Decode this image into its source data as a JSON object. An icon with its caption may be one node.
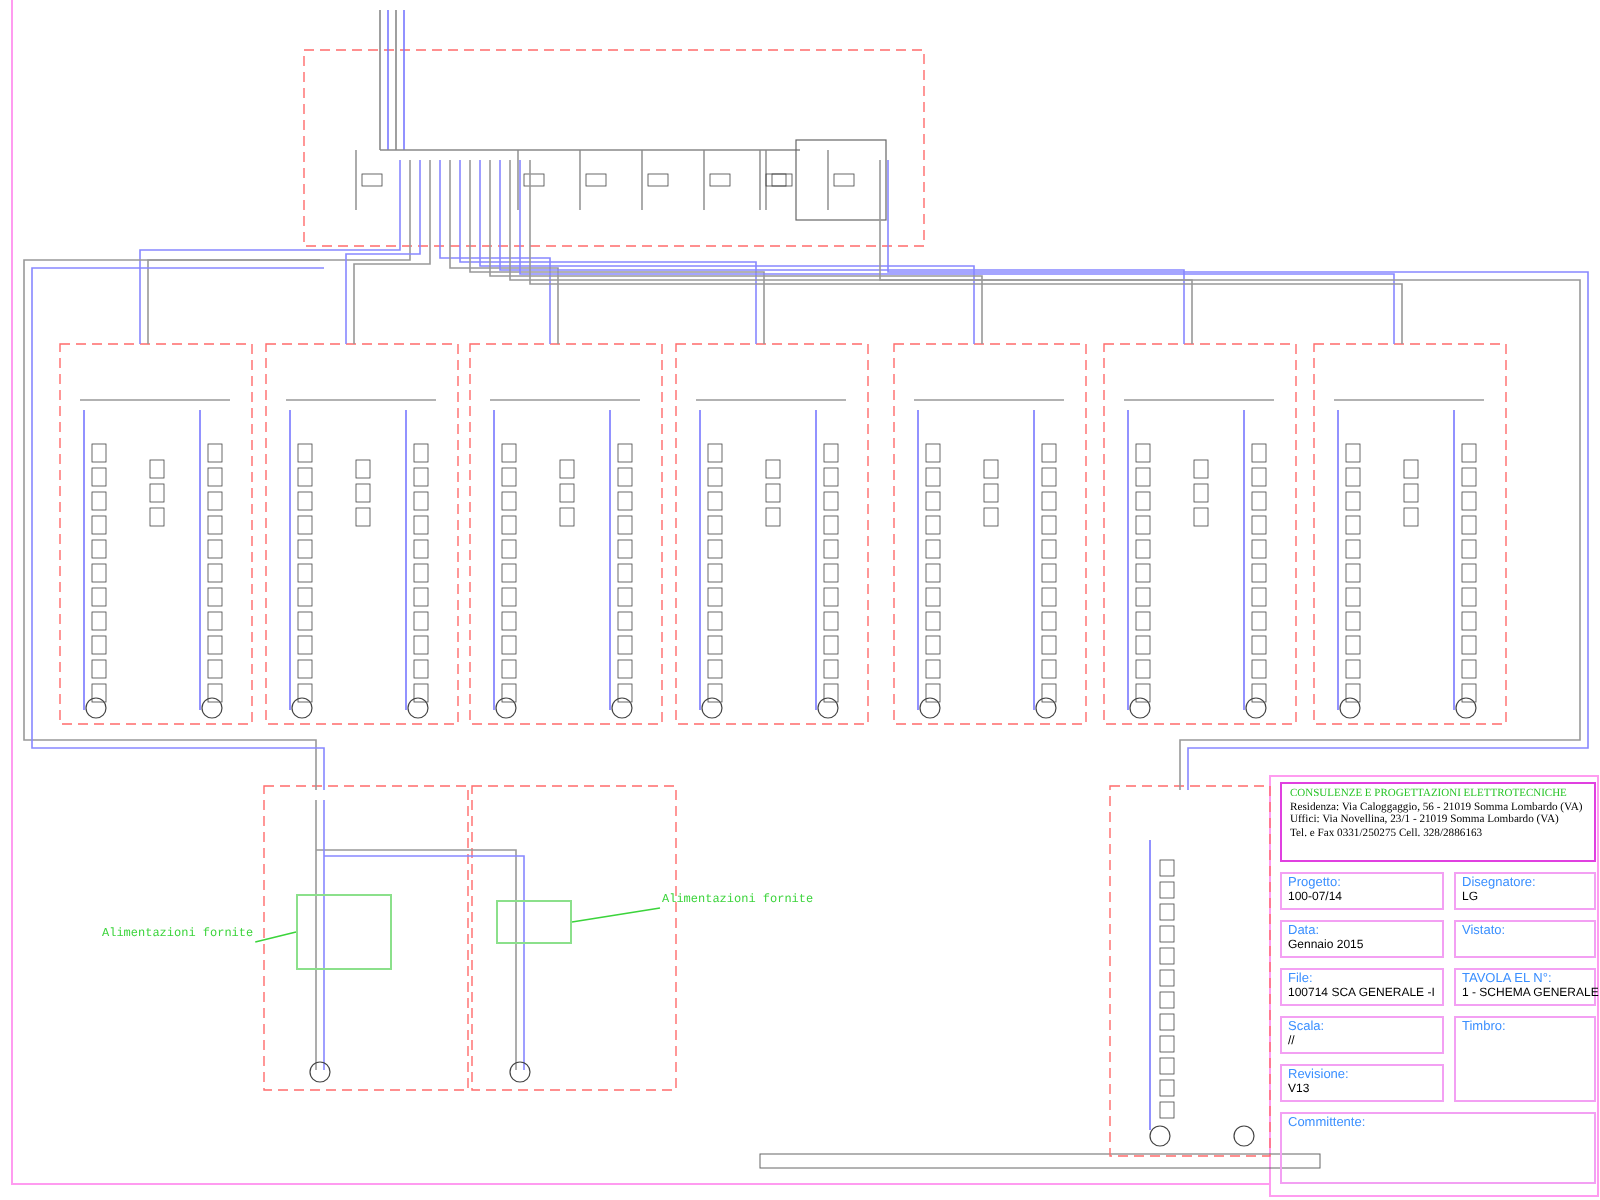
{
  "diagram": {
    "nodes": [
      {
        "text": [
          "CONSULENZE E PROGETTAZIONI ELETTROTECNICHE",
          "Residenza: Via Caloggaggio, 56 - 21019 Somma Lombardo (VA)",
          "Uffici: Via Novellina, 23/1 - 21019 Somma Lombardo (VA)",
          "Tel. e Fax 0331/250275 Cell. 328/2886163"
        ]
      },
      {
        "text": [
          "Progetto:",
          "100-07/14"
        ]
      },
      {
        "text": [
          "Disegnatore:",
          "LG"
        ]
      },
      {
        "text": [
          "Data:",
          "Gennaio 2015"
        ]
      },
      {
        "text": [
          "Vistato:"
        ]
      },
      {
        "text": [
          "File:",
          "100714 SCA GENERALE -I"
        ]
      },
      {
        "text": [
          "TAVOLA EL N°:",
          "1 - SCHEMA GENERALE"
        ]
      },
      {
        "text": [
          "Scala:",
          "//"
        ]
      },
      {
        "text": [
          "Timbro:"
        ]
      },
      {
        "text": [
          "Revisione:",
          "V13"
        ]
      },
      {
        "text": [
          "Committente:"
        ]
      },
      {
        "text": [
          "Alimentazioni fornite"
        ]
      },
      {
        "text": [
          "Alimentazioni fornite"
        ]
      },
      {
        "text": [],
        "shape": "box"
      },
      {
        "text": [],
        "shape": "box"
      }
    ],
    "edges": [
      {
        "from": 11,
        "to": 13,
        "arrow": "none"
      },
      {
        "from": 12,
        "to": 14,
        "arrow": "none"
      }
    ]
  }
}
